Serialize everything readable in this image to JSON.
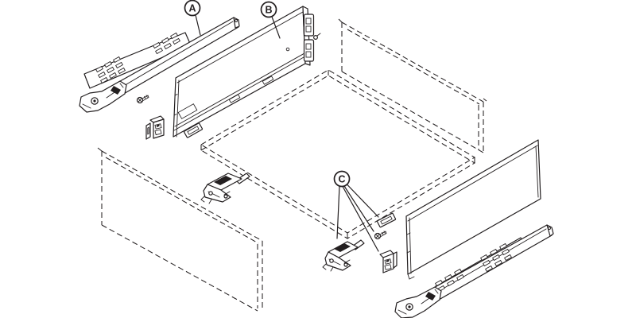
{
  "diagram": {
    "type": "exploded-assembly-drawing",
    "background_color": "#ffffff",
    "line_color": "#231f20",
    "callouts": {
      "a": {
        "label": "A",
        "part": "drawer-runner-left"
      },
      "b": {
        "label": "B",
        "part": "drawer-side-panel-left"
      },
      "c": {
        "label": "C",
        "part": "front-fixing-components"
      }
    },
    "parts": [
      "drawer-runner-left",
      "drawer-side-panel-left",
      "back-panel-dashed",
      "bottom-panel-dashed",
      "front-panel-dashed",
      "drawer-side-panel-right",
      "drawer-runner-right",
      "locking-device-left",
      "locking-device-right",
      "fixing-bracket-left",
      "fixing-bracket-right",
      "screw-left",
      "screw-right",
      "cover-cap-left",
      "cover-cap-right"
    ]
  }
}
